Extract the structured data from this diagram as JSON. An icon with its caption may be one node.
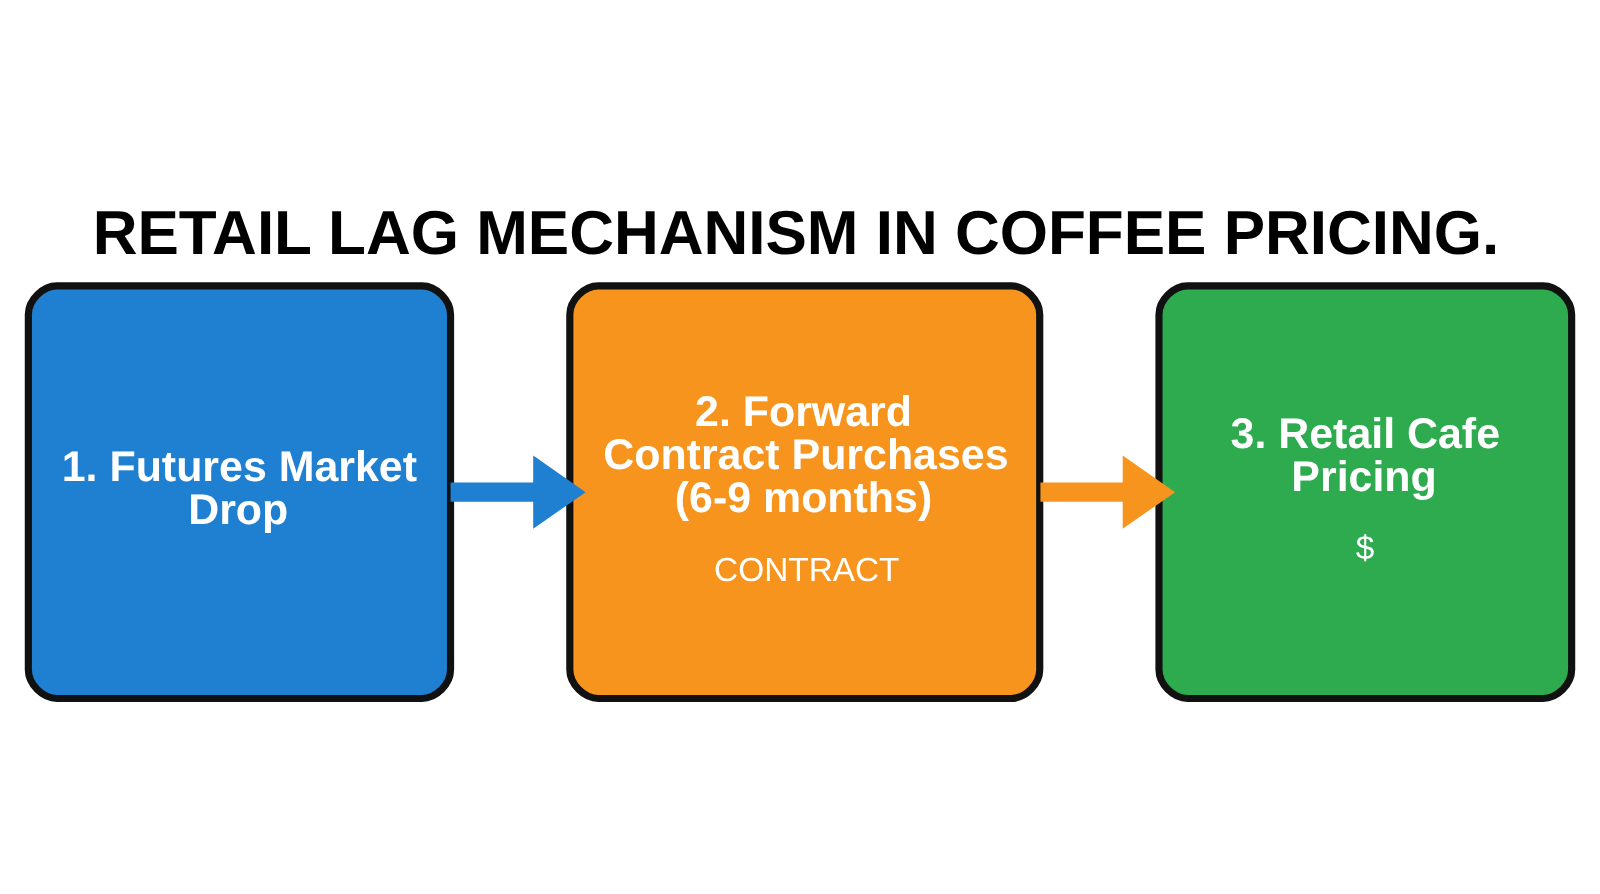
{
  "diagram": {
    "title": "RETAIL LAG MECHANISM IN COFFEE PRICING.",
    "nodes": [
      {
        "text": [
          "1. Futures Market Drop"
        ]
      },
      {
        "text": [
          "2. Forward Contract Purchases (6-9 months)",
          "CONTRACT"
        ]
      },
      {
        "text": [
          "3. Retail Cafe Pricing",
          "$"
        ]
      }
    ],
    "edges": [
      {
        "from": 0,
        "to": 1,
        "arrow": "to",
        "color": "#1f7fd0"
      },
      {
        "from": 1,
        "to": 2,
        "arrow": "to",
        "color": "#f7941d"
      }
    ]
  }
}
